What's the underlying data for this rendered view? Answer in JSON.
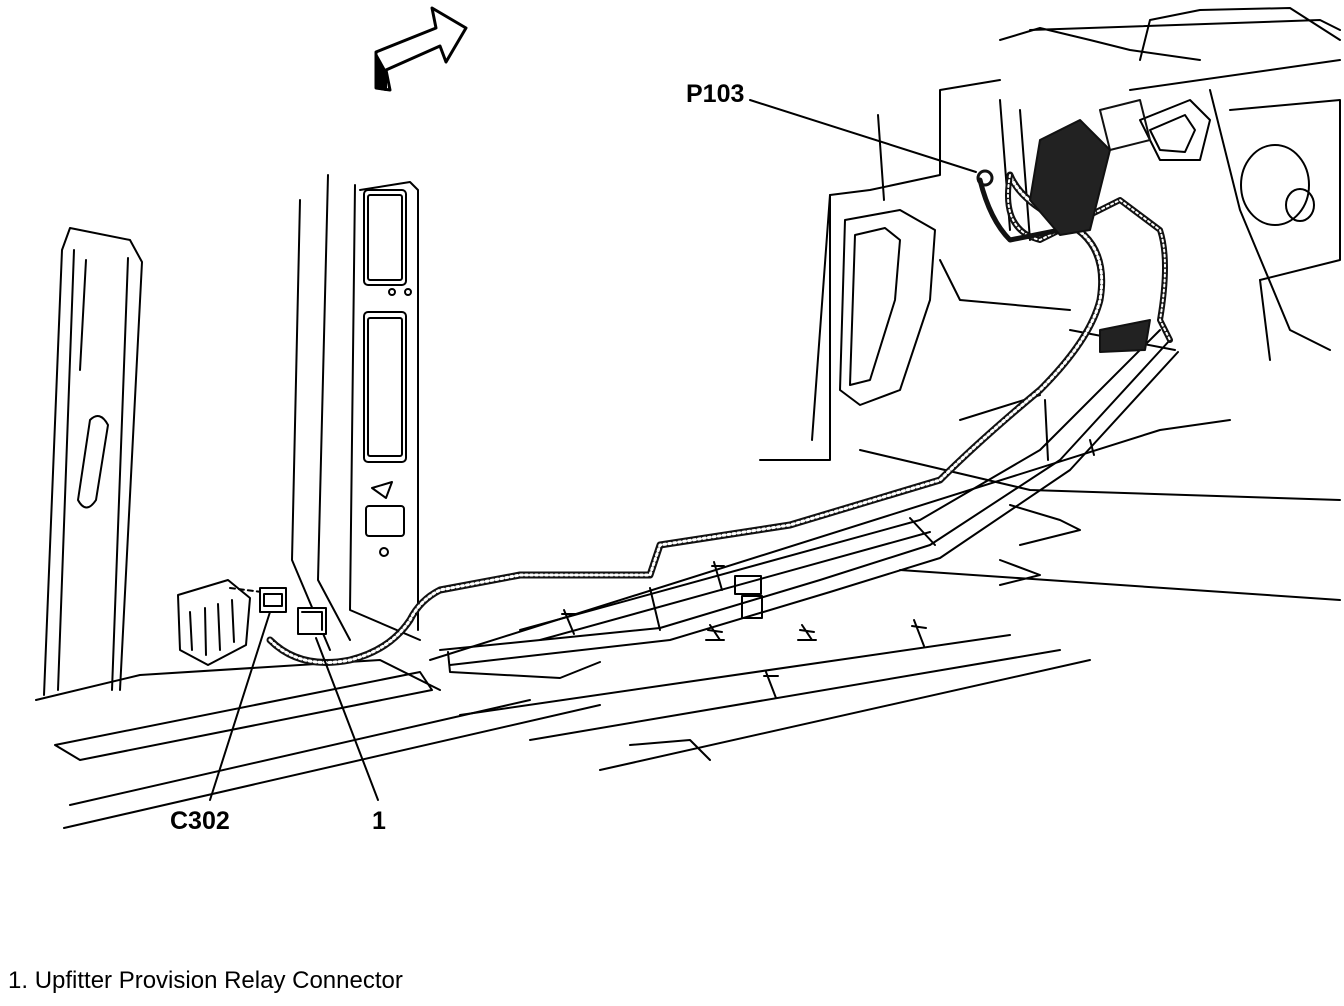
{
  "colors": {
    "line": "#000000",
    "background": "#ffffff",
    "harness": "#1a1a1a"
  },
  "callouts": {
    "p103": "P103",
    "c302": "C302",
    "item1": "1"
  },
  "legend": [
    {
      "number": "1.",
      "text": "Upfitter Provision Relay Connector"
    }
  ],
  "icons": {
    "direction_arrow": "forward-arrow-icon"
  }
}
